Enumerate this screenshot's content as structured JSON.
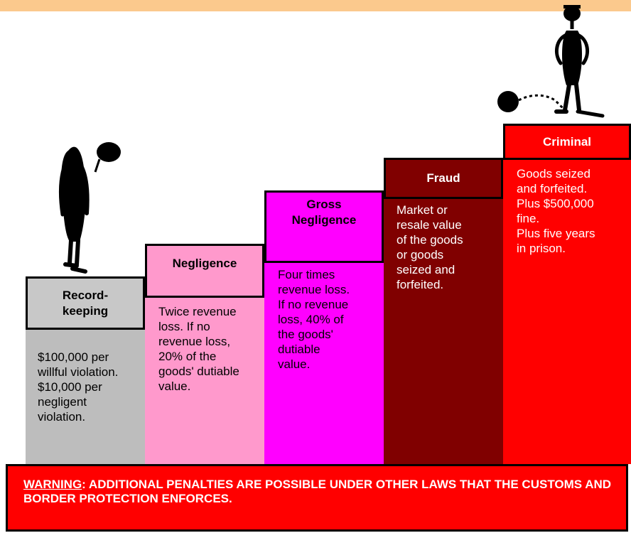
{
  "levels": [
    {
      "title": "Record-\nkeeping",
      "text": "$100,000 per\nwillful violation.\n$10,000 per\nnegligent\nviolation."
    },
    {
      "title": "Negligence",
      "text": "Twice revenue\nloss.  If no\nrevenue loss,\n20% of the\ngoods' dutiable\nvalue."
    },
    {
      "title": "Gross\nNegligence",
      "text": "Four times\nrevenue loss.\nIf no revenue\nloss, 40% of\nthe goods'\ndutiable\nvalue."
    },
    {
      "title": "Fraud",
      "text": "Market or\nresale value\nof the goods\nor goods\nseized and\nforfeited."
    },
    {
      "title": "Criminal",
      "text": "Goods seized\nand forfeited.\nPlus $500,000\nfine.\nPlus five years\nin prison."
    }
  ],
  "warning": {
    "keyword": "WARNING",
    "text": ": ADDITIONAL PENALTIES ARE POSSIBLE UNDER OTHER LAWS THAT THE CUSTOMS AND BORDER PROTECTION ENFORCES."
  },
  "colors": {
    "topbar": "#fbc98d",
    "recordkeeping_header": "#c8c8c8",
    "recordkeeping_body": "#bdbdbd",
    "negligence": "#ff99cc",
    "gross_negligence": "#ff00ff",
    "fraud": "#800000",
    "criminal": "#ff0000",
    "warning": "#ff0000"
  }
}
